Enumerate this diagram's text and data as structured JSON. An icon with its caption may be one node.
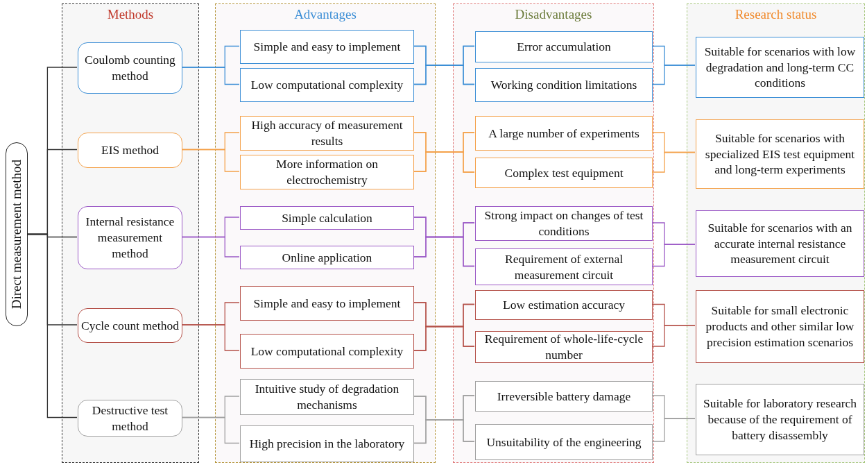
{
  "diagram": {
    "nodes": [
      {
        "text": [
          "Direct measurement method"
        ]
      },
      {
        "text": [
          "Methods"
        ]
      },
      {
        "text": [
          "Advantages"
        ]
      },
      {
        "text": [
          "Disadvantages"
        ]
      },
      {
        "text": [
          "Research status"
        ]
      },
      {
        "text": [
          "Coulomb counting method"
        ],
        "in": 1
      },
      {
        "text": [
          "Simple and easy to implement"
        ],
        "in": 2
      },
      {
        "text": [
          "Low computational complexity"
        ],
        "in": 2
      },
      {
        "text": [
          "Error accumulation"
        ],
        "in": 3
      },
      {
        "text": [
          "Working condition limitations"
        ],
        "in": 3
      },
      {
        "text": [
          "Suitable for scenarios with low degradation and long-term CC conditions"
        ],
        "in": 4
      },
      {
        "text": [
          "EIS method"
        ],
        "in": 1
      },
      {
        "text": [
          "High accuracy of measurement results"
        ],
        "in": 2
      },
      {
        "text": [
          "More information on electrochemistry"
        ],
        "in": 2
      },
      {
        "text": [
          "A large number of experiments"
        ],
        "in": 3
      },
      {
        "text": [
          "Complex test equipment"
        ],
        "in": 3
      },
      {
        "text": [
          "Suitable for scenarios with specialized EIS test equipment and long-term experiments"
        ],
        "in": 4
      },
      {
        "text": [
          "Internal resistance measurement method"
        ],
        "in": 1
      },
      {
        "text": [
          "Simple calculation"
        ],
        "in": 2
      },
      {
        "text": [
          "Online application"
        ],
        "in": 2
      },
      {
        "text": [
          "Strong impact on changes of test conditions"
        ],
        "in": 3
      },
      {
        "text": [
          "Requirement of external measurement circuit"
        ],
        "in": 3
      },
      {
        "text": [
          "Suitable for scenarios with an accurate internal resistance measurement circuit"
        ],
        "in": 4
      },
      {
        "text": [
          "Cycle count method"
        ],
        "in": 1
      },
      {
        "text": [
          "Simple and easy to implement"
        ],
        "in": 2
      },
      {
        "text": [
          "Low computational complexity"
        ],
        "in": 2
      },
      {
        "text": [
          "Low estimation accuracy"
        ],
        "in": 3
      },
      {
        "text": [
          "Requirement of whole-life-cycle number"
        ],
        "in": 3
      },
      {
        "text": [
          "Suitable for small electronic products and other similar low precision estimation scenarios"
        ],
        "in": 4
      },
      {
        "text": [
          "Destructive test method"
        ],
        "in": 1
      },
      {
        "text": [
          "Intuitive study of degradation mechanisms"
        ],
        "in": 2
      },
      {
        "text": [
          "High precision in the laboratory"
        ],
        "in": 2
      },
      {
        "text": [
          "Irreversible battery damage"
        ],
        "in": 3
      },
      {
        "text": [
          "Unsuitability of the engineering"
        ],
        "in": 3
      },
      {
        "text": [
          "Suitable for laboratory research because of the requirement of battery disassembly"
        ],
        "in": 4
      }
    ],
    "edges": [
      {
        "from": 0,
        "to": 5,
        "arrow": "none",
        "color": "#333333"
      },
      {
        "from": 0,
        "to": 11,
        "arrow": "none",
        "color": "#333333"
      },
      {
        "from": 0,
        "to": 17,
        "arrow": "none",
        "color": "#333333"
      },
      {
        "from": 0,
        "to": 23,
        "arrow": "none",
        "color": "#333333"
      },
      {
        "from": 0,
        "to": 29,
        "arrow": "none",
        "color": "#333333"
      },
      {
        "from": 5,
        "to": 6,
        "arrow": "none",
        "color": "#3d8fd6"
      },
      {
        "from": 5,
        "to": 7,
        "arrow": "none",
        "color": "#3d8fd6"
      },
      {
        "from": 6,
        "to": 8,
        "arrow": "none",
        "color": "#3d8fd6"
      },
      {
        "from": 6,
        "to": 9,
        "arrow": "none",
        "color": "#3d8fd6"
      },
      {
        "from": 7,
        "to": 8,
        "arrow": "none",
        "color": "#3d8fd6"
      },
      {
        "from": 7,
        "to": 9,
        "arrow": "none",
        "color": "#3d8fd6"
      },
      {
        "from": 8,
        "to": 10,
        "arrow": "none",
        "color": "#3d8fd6"
      },
      {
        "from": 9,
        "to": 10,
        "arrow": "none",
        "color": "#3d8fd6"
      },
      {
        "from": 11,
        "to": 12,
        "arrow": "none",
        "color": "#f4a14a"
      },
      {
        "from": 11,
        "to": 13,
        "arrow": "none",
        "color": "#f4a14a"
      },
      {
        "from": 12,
        "to": 14,
        "arrow": "none",
        "color": "#f4a14a"
      },
      {
        "from": 12,
        "to": 15,
        "arrow": "none",
        "color": "#f4a14a"
      },
      {
        "from": 13,
        "to": 14,
        "arrow": "none",
        "color": "#f4a14a"
      },
      {
        "from": 13,
        "to": 15,
        "arrow": "none",
        "color": "#f4a14a"
      },
      {
        "from": 14,
        "to": 16,
        "arrow": "none",
        "color": "#f4a14a"
      },
      {
        "from": 15,
        "to": 16,
        "arrow": "none",
        "color": "#f4a14a"
      },
      {
        "from": 17,
        "to": 18,
        "arrow": "none",
        "color": "#9b59c6"
      },
      {
        "from": 17,
        "to": 19,
        "arrow": "none",
        "color": "#9b59c6"
      },
      {
        "from": 18,
        "to": 20,
        "arrow": "none",
        "color": "#9b59c6"
      },
      {
        "from": 18,
        "to": 21,
        "arrow": "none",
        "color": "#9b59c6"
      },
      {
        "from": 19,
        "to": 20,
        "arrow": "none",
        "color": "#9b59c6"
      },
      {
        "from": 19,
        "to": 21,
        "arrow": "none",
        "color": "#9b59c6"
      },
      {
        "from": 20,
        "to": 22,
        "arrow": "none",
        "color": "#9b59c6"
      },
      {
        "from": 21,
        "to": 22,
        "arrow": "none",
        "color": "#9b59c6"
      },
      {
        "from": 23,
        "to": 24,
        "arrow": "none",
        "color": "#b5524a"
      },
      {
        "from": 23,
        "to": 25,
        "arrow": "none",
        "color": "#b5524a"
      },
      {
        "from": 24,
        "to": 26,
        "arrow": "none",
        "color": "#b5524a"
      },
      {
        "from": 24,
        "to": 27,
        "arrow": "none",
        "color": "#b5524a"
      },
      {
        "from": 25,
        "to": 26,
        "arrow": "none",
        "color": "#b5524a"
      },
      {
        "from": 25,
        "to": 27,
        "arrow": "none",
        "color": "#b5524a"
      },
      {
        "from": 26,
        "to": 28,
        "arrow": "none",
        "color": "#b5524a"
      },
      {
        "from": 27,
        "to": 28,
        "arrow": "none",
        "color": "#b5524a"
      },
      {
        "from": 29,
        "to": 30,
        "arrow": "none",
        "color": "#a0a0a0"
      },
      {
        "from": 29,
        "to": 31,
        "arrow": "none",
        "color": "#a0a0a0"
      },
      {
        "from": 30,
        "to": 32,
        "arrow": "none",
        "color": "#a0a0a0"
      },
      {
        "from": 30,
        "to": 33,
        "arrow": "none",
        "color": "#a0a0a0"
      },
      {
        "from": 31,
        "to": 32,
        "arrow": "none",
        "color": "#a0a0a0"
      },
      {
        "from": 31,
        "to": 33,
        "arrow": "none",
        "color": "#a0a0a0"
      },
      {
        "from": 32,
        "to": 34,
        "arrow": "none",
        "color": "#a0a0a0"
      },
      {
        "from": 33,
        "to": 34,
        "arrow": "none",
        "color": "#a0a0a0"
      }
    ]
  }
}
